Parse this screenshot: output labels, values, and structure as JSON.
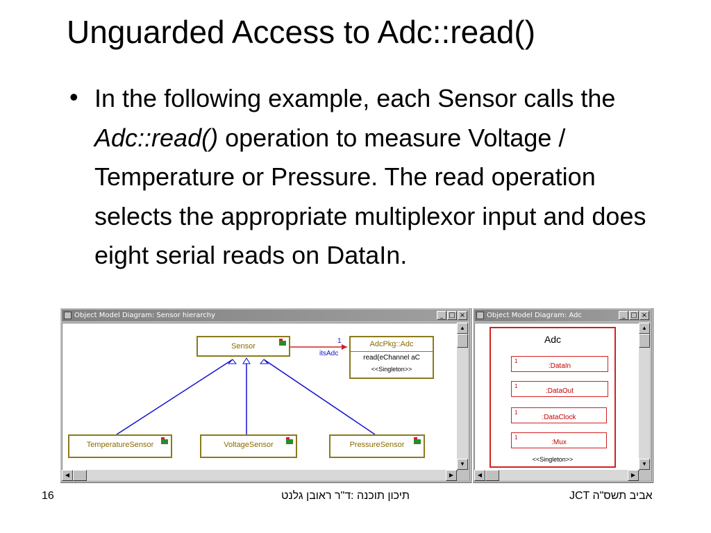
{
  "slide": {
    "title": "Unguarded Access to Adc::read()",
    "bullet": {
      "pre": "In the following example, each Sensor calls the ",
      "em": "Adc::read()",
      "post": " operation to measure Voltage / Temperature or Pressure. The read operation selects the appropriate multiplexor input and does eight serial reads on DataIn."
    }
  },
  "window_left": {
    "title": "Object Model Diagram: Sensor hierarchy",
    "buttons": {
      "min": "_",
      "max": "□",
      "close": "×"
    },
    "classes": {
      "sensor": "Sensor",
      "temperature": "TemperatureSensor",
      "voltage": "VoltageSensor",
      "pressure": "PressureSensor",
      "adc_name": "AdcPkg::Adc",
      "adc_op": "read(eChannel aC",
      "adc_stereotype": "<<Singleton>>"
    },
    "association": {
      "multiplicity": "1",
      "role": "itsAdc"
    }
  },
  "window_right": {
    "title": "Object Model Diagram: Adc",
    "buttons": {
      "min": "_",
      "max": "□",
      "close": "×"
    },
    "class_name": "Adc",
    "parts": [
      {
        "mult": "1",
        "name": ":DataIn"
      },
      {
        "mult": "1",
        "name": ":DataOut"
      },
      {
        "mult": "1",
        "name": ":DataClock"
      },
      {
        "mult": "1",
        "name": ":Mux"
      }
    ],
    "stereotype": "<<Singleton>>"
  },
  "scroll_glyphs": {
    "up": "▲",
    "down": "▼",
    "left": "◀",
    "right": "▶"
  },
  "footer": {
    "page": "16",
    "center": "תיכון תוכנה :ד\"ר ראובן גלנט",
    "right": "JCT אביב תשס\"ה"
  }
}
